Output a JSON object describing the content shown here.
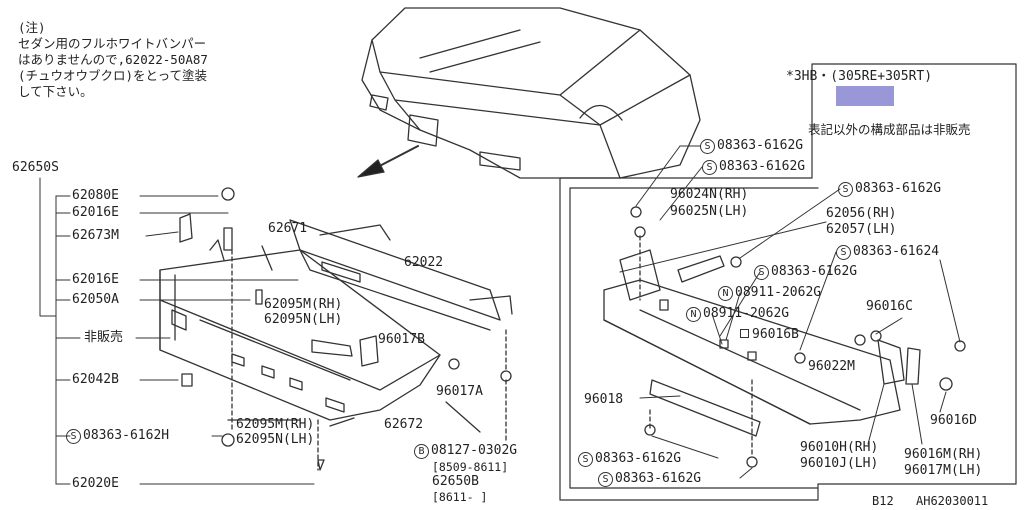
{
  "note": [
    "(注)",
    "セダン用のフルホワイトバンパー",
    "はありませんので,62022-50A87",
    "(チュウオウブクロ)をとって塗装",
    "して下さい。"
  ],
  "trim": {
    "code": "*3HB・(305RE+305RT)",
    "swatch_color": "#9a97d8"
  },
  "not_sold_note": "表記以外の構成部品は非販売",
  "left_labels": {
    "assy": "62650S",
    "l62080E": "62080E",
    "l62016E_a": "62016E",
    "l62673M": "62673M",
    "l62016E_b": "62016E",
    "l62050A": "62050A",
    "hihanbai": "非販売",
    "l62042B": "62042B",
    "l08363_h": "08363-6162H",
    "l62020E": "62020E"
  },
  "mid_labels": {
    "l62671": "62671",
    "l62022": "62022",
    "l62095MN_a": [
      "62095M(RH)",
      "62095N(LH)"
    ],
    "l96017B": "96017B",
    "l96017A": "96017A",
    "l62095MN_b": [
      "62095M(RH)",
      "62095N(LH)"
    ],
    "l62672": "62672",
    "l08127": "08127-0302G",
    "l08127_range": "[8509-8611]",
    "l62650B": "62650B",
    "l62650B_range": "[8611-  ]"
  },
  "right_labels": {
    "s1": "08363-6162G",
    "s2": "08363-6162G",
    "l96024N": "96024N(RH)",
    "l96025N": "96025N(LH)",
    "s3": "08363-6162G",
    "l62056": "62056(RH)",
    "l62057": "62057(LH)",
    "s4": "08363-61624",
    "s5": "08363-6162G",
    "n1": "08911-2062G",
    "n2": "08911-2062G",
    "l96016C": "96016C",
    "l96016B": "96016B",
    "l96022M": "96022M",
    "l96018": "96018",
    "l96016D": "96016D",
    "l96010H": "96010H(RH)",
    "l96010J": "96010J(LH)",
    "l96016M": "96016M(RH)",
    "l96017M": "96017M(LH)",
    "s6": "08363-6162G",
    "s7": "08363-6162G"
  },
  "prefix": {
    "S": "S",
    "N": "N",
    "B": "B"
  },
  "footer": {
    "page": "B12",
    "code": "AH62030011"
  }
}
